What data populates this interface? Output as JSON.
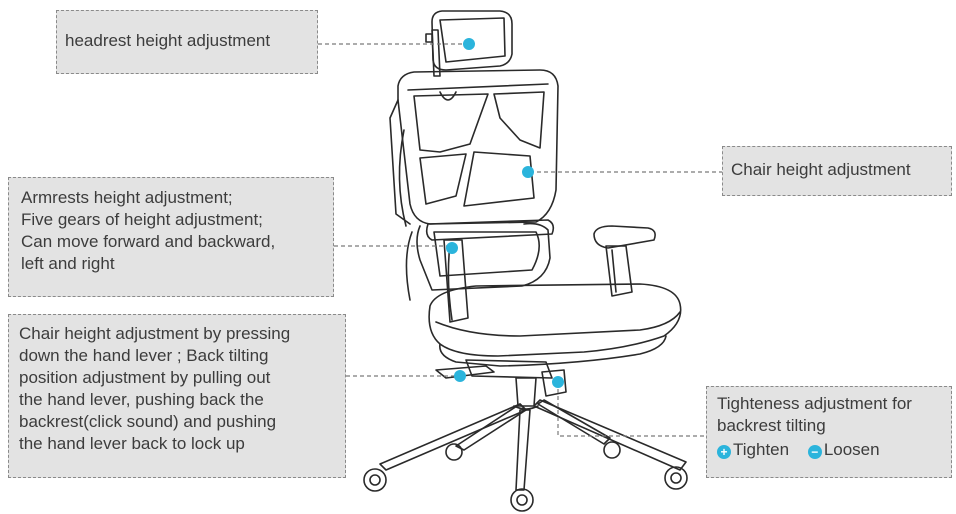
{
  "callouts": {
    "headrest": {
      "lines": [
        "headrest height adjustment"
      ]
    },
    "chair_height": {
      "lines": [
        "Chair height adjustment"
      ]
    },
    "armrests": {
      "lines": [
        "Armrests height adjustment;",
        "Five gears of height adjustment;",
        "Can move forward and backward,",
        "left and right"
      ]
    },
    "lever": {
      "lines": [
        "Chair height adjustment by pressing",
        "down the hand lever ; Back tilting",
        "position adjustment by pulling out",
        "the hand lever, pushing back the",
        "backrest(click sound) and pushing",
        "the hand lever back to lock up"
      ]
    },
    "tilt": {
      "lines": [
        "Tighteness adjustment for",
        "backrest tilting"
      ],
      "tighten_label": "Tighten",
      "loosen_label": "Loosen",
      "tighten_icon": "plus-icon",
      "loosen_icon": "minus-icon"
    }
  },
  "colors": {
    "marker": "#2bb4dc",
    "callout_fill": "#e3e3e3",
    "callout_border": "#8a8a8a",
    "line_art": "#2a2a2a"
  }
}
